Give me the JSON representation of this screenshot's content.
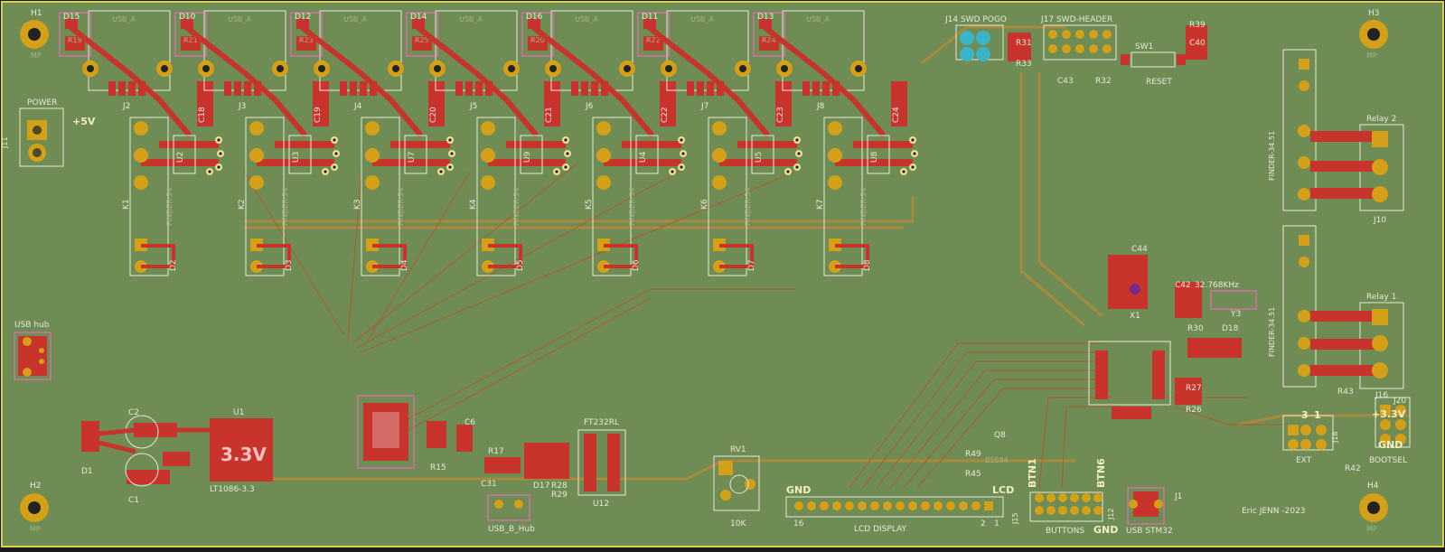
{
  "colors": {
    "board": "#6f8c55",
    "board_dark": "#5f7a48",
    "copper_front": "#c8332c",
    "copper_back": "#b08a3a",
    "silkscreen": "#e8e8d8",
    "courtyard": "#ff66cc",
    "pad_gold": "#d4a017",
    "edge": "#d8d048"
  },
  "mounting_holes": [
    {
      "ref": "H1",
      "sub": "MP"
    },
    {
      "ref": "H3",
      "sub": "MP"
    },
    {
      "ref": "H2",
      "sub": "MP"
    },
    {
      "ref": "H4",
      "sub": "MP"
    }
  ],
  "usb_ports": [
    {
      "diode": "D15",
      "ref": "J2",
      "relay": "K1",
      "relay_diode": "D2",
      "part": "FINDER-34",
      "cap": "C18",
      "ic": "U2",
      "resistor": "R19",
      "footprint": "USB_A"
    },
    {
      "diode": "D10",
      "ref": "J3",
      "relay": "K2",
      "relay_diode": "D3",
      "part": "FINDER-34",
      "cap": "C19",
      "ic": "U3",
      "resistor": "R21",
      "footprint": "USB_A"
    },
    {
      "diode": "D12",
      "ref": "J4",
      "relay": "K3",
      "relay_diode": "D4",
      "part": "FINDER-34",
      "cap": "C20",
      "ic": "U7",
      "resistor": "R23",
      "footprint": "USB_A"
    },
    {
      "diode": "D14",
      "ref": "J5",
      "relay": "K4",
      "relay_diode": "D5",
      "part": "FINDER-34",
      "cap": "C21",
      "ic": "U9",
      "resistor": "R25",
      "footprint": "USB_A"
    },
    {
      "diode": "D16",
      "ref": "J6",
      "relay": "K5",
      "relay_diode": "D6",
      "part": "FINDER-34",
      "cap": "C22",
      "ic": "U4",
      "resistor": "R20",
      "footprint": "USB_A"
    },
    {
      "diode": "D11",
      "ref": "J7",
      "relay": "K6",
      "relay_diode": "D7",
      "part": "FINDER-34",
      "cap": "C23",
      "ic": "U5",
      "resistor": "R22",
      "footprint": "USB_A"
    },
    {
      "diode": "D13",
      "ref": "J8",
      "relay": "K7",
      "relay_diode": "D8",
      "part": "FINDER-34",
      "cap": "C24",
      "ic": "U8",
      "resistor": "R24",
      "footprint": "USB_A"
    }
  ],
  "labels": {
    "power": "POWER",
    "plus5v": "+5V",
    "j11": "J11",
    "usb_hub": "USB hub",
    "swd_pogo": "J14 SWD POGO",
    "swd_header": "J17 SWD-HEADER",
    "reset": "RESET",
    "sw1": "SW1",
    "r39": "R39",
    "c40": "C40",
    "r31": "R31",
    "r33": "R33",
    "r32": "R32",
    "c43": "C43",
    "c44": "C44",
    "c42": "C42",
    "crystal": "32.768KHz",
    "y3": "Y3",
    "x1": "X1",
    "r30": "R30",
    "d18": "D18",
    "relay2": "Relay 2",
    "relay1": "Relay 1",
    "j10": "J10",
    "j16": "J16",
    "finder_side": "FINDER-34.51",
    "r43": "R43",
    "j20": "J20",
    "plus3v3": "+3.3V",
    "gnd": "GND",
    "bootsel": "BOOTSEL",
    "ext": "EXT",
    "j18": "J18",
    "r42": "R42",
    "r27": "R27",
    "r26": "R26",
    "u1": "U1",
    "ltl": "LT1086-3.3",
    "reg_text": "3.3V",
    "c1": "C1",
    "c2": "C2",
    "d1": "D1",
    "c6": "C6",
    "r15": "R15",
    "r17": "R17",
    "c31": "C31",
    "d17": "D17",
    "r28": "R28",
    "r29": "R29",
    "ft232": "FT232RL",
    "u12": "U12",
    "rv1": "RV1",
    "rv_val": "10K",
    "gnd_lcd": "GND",
    "lcd_16": "16",
    "lcd_2": "2",
    "lcd_1": "1",
    "lcd": "LCD",
    "lcd_display": "LCD DISPLAY",
    "j15": "J15",
    "btn1": "BTN1",
    "btn6": "BTN6",
    "buttons": "BUTTONS",
    "j12": "J12",
    "gnd_btn": "GND",
    "usb_stm32": "USB STM32",
    "j1": "J1",
    "q8": "Q8",
    "r49": "R49",
    "r45": "R45",
    "bc807": "BSS84",
    "usb_b_hub": "USB_B_Hub",
    "author": "Eric JENN -2023",
    "pin3": "3",
    "pin1": "1"
  }
}
